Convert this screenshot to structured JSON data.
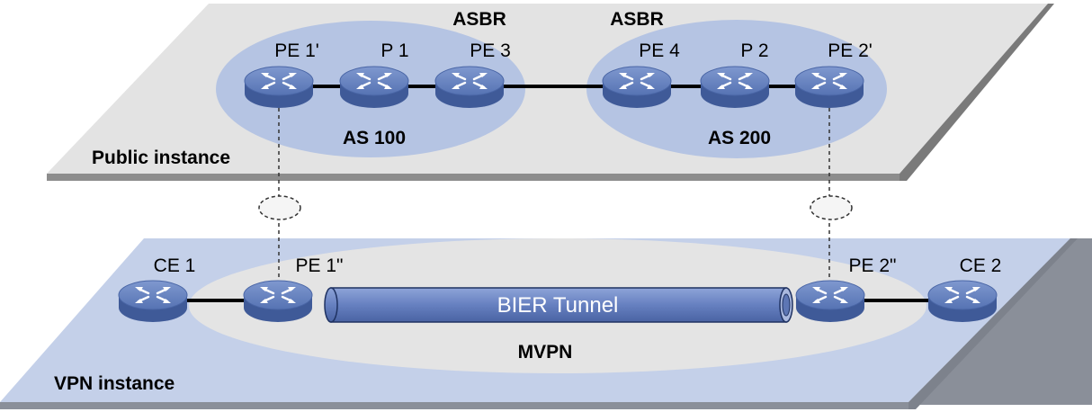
{
  "planes": {
    "public_label": "Public instance",
    "vpn_label": "VPN instance"
  },
  "as_groups": {
    "as100": "AS 100",
    "as200": "AS 200",
    "asbr_left": "ASBR",
    "asbr_right": "ASBR",
    "mvpn": "MVPN"
  },
  "devices": {
    "pe1p": "PE 1'",
    "p1": "P 1",
    "pe3": "PE 3",
    "pe4": "PE 4",
    "p2": "P 2",
    "pe2p": "PE 2'",
    "ce1": "CE 1",
    "pe1pp": "PE 1\"",
    "pe2pp": "PE 2\"",
    "ce2": "CE 2"
  },
  "tunnel": {
    "label": "BIER  Tunnel"
  },
  "colors": {
    "public_plane": "#e6e6e6",
    "vpn_plane": "#c2cfe8",
    "as_ellipse": "#b7c5e4",
    "mvpn_ellipse": "#e4e4e4",
    "router": "#5b78b8",
    "tunnel": "#6b84c4"
  },
  "icons": {
    "router": "router-icon"
  }
}
